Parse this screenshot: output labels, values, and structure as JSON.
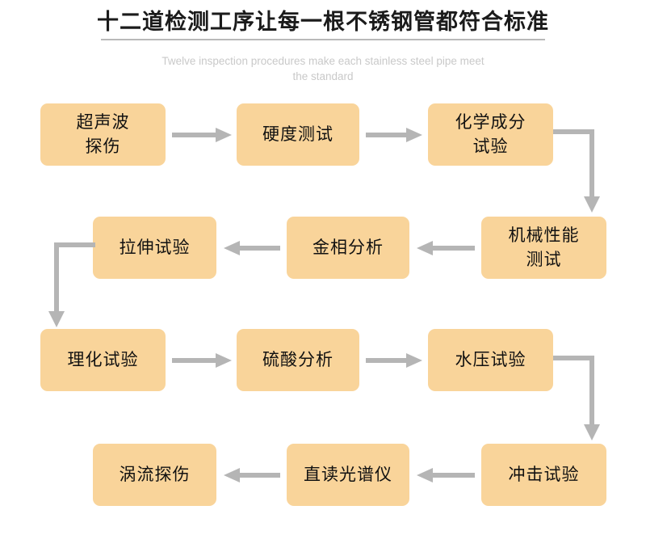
{
  "header": {
    "title": "十二道检测工序让每一根不锈钢管都符合标准",
    "subtitle": "Twelve inspection procedures make each stainless steel pipe meet the standard"
  },
  "theme": {
    "background": "#ffffff",
    "box_fill": "#f9d49a",
    "box_text": "#111111",
    "arrow": "#b5b5b5",
    "rule": "#b9b9b9",
    "subtitle_text": "#c9c9c9",
    "title_text": "#1b1b1b"
  },
  "flow": {
    "steps": [
      {
        "id": 1,
        "label": "超声波\n探伤",
        "row": 1,
        "col": 1
      },
      {
        "id": 2,
        "label": "硬度测试",
        "row": 1,
        "col": 2
      },
      {
        "id": 3,
        "label": "化学成分\n试验",
        "row": 1,
        "col": 3
      },
      {
        "id": 4,
        "label": "机械性能\n测试",
        "row": 2,
        "col": 3
      },
      {
        "id": 5,
        "label": "金相分析",
        "row": 2,
        "col": 2
      },
      {
        "id": 6,
        "label": "拉伸试验",
        "row": 2,
        "col": 1
      },
      {
        "id": 7,
        "label": "理化试验",
        "row": 3,
        "col": 1
      },
      {
        "id": 8,
        "label": "硫酸分析",
        "row": 3,
        "col": 2
      },
      {
        "id": 9,
        "label": "水压试验",
        "row": 3,
        "col": 3
      },
      {
        "id": 10,
        "label": "冲击试验",
        "row": 4,
        "col": 3
      },
      {
        "id": 11,
        "label": "直读光谱仪",
        "row": 4,
        "col": 2
      },
      {
        "id": 12,
        "label": "涡流探伤",
        "row": 4,
        "col": 1
      }
    ],
    "connectors": [
      {
        "from": 1,
        "to": 2,
        "kind": "straight-right"
      },
      {
        "from": 2,
        "to": 3,
        "kind": "straight-right"
      },
      {
        "from": 3,
        "to": 4,
        "kind": "elbow-right-down"
      },
      {
        "from": 4,
        "to": 5,
        "kind": "straight-left"
      },
      {
        "from": 5,
        "to": 6,
        "kind": "straight-left"
      },
      {
        "from": 6,
        "to": 7,
        "kind": "elbow-left-down"
      },
      {
        "from": 7,
        "to": 8,
        "kind": "straight-right"
      },
      {
        "from": 8,
        "to": 9,
        "kind": "straight-right"
      },
      {
        "from": 9,
        "to": 10,
        "kind": "elbow-right-down"
      },
      {
        "from": 10,
        "to": 11,
        "kind": "straight-left"
      },
      {
        "from": 11,
        "to": 12,
        "kind": "straight-left"
      }
    ]
  }
}
